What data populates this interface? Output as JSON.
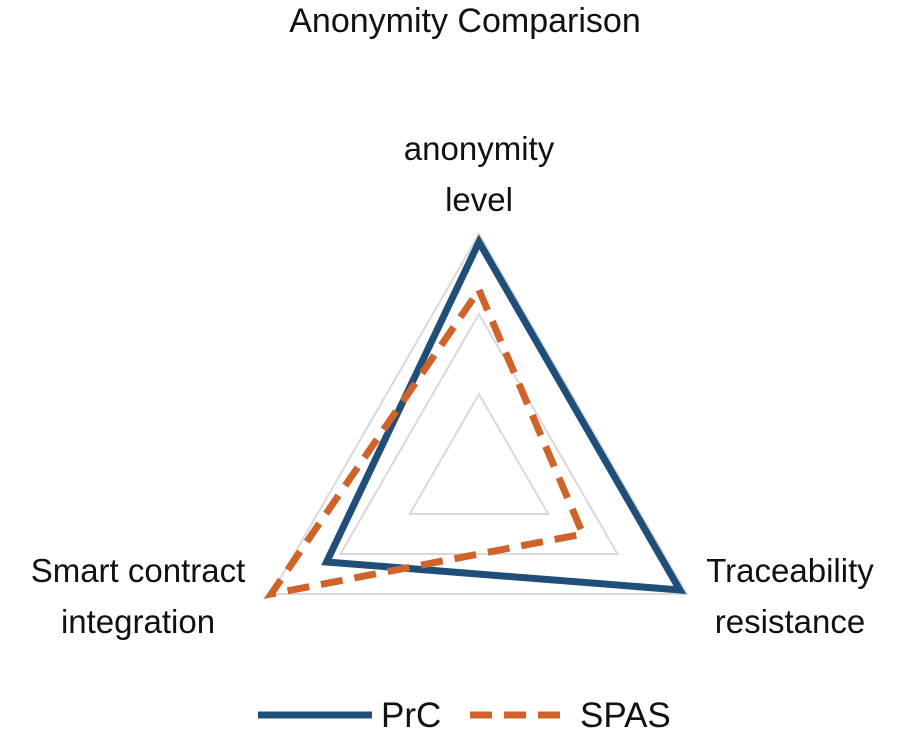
{
  "chart_data": {
    "type": "radar",
    "title": "Anonymity Comparison",
    "axes": [
      [
        "anonymity",
        "level"
      ],
      [
        "Traceability",
        "resistance"
      ],
      [
        "Smart contract",
        "integration"
      ]
    ],
    "rlim": [
      0,
      3
    ],
    "grid": true,
    "legend_position": "bottom",
    "series": [
      {
        "name": "PrC",
        "values": [
          2.9,
          2.9,
          2.2
        ],
        "color": "#1f4e79",
        "dash": "solid"
      },
      {
        "name": "SPAS",
        "values": [
          2.3,
          1.5,
          3.0
        ],
        "color": "#d0632a",
        "dash": "dashed"
      }
    ]
  }
}
